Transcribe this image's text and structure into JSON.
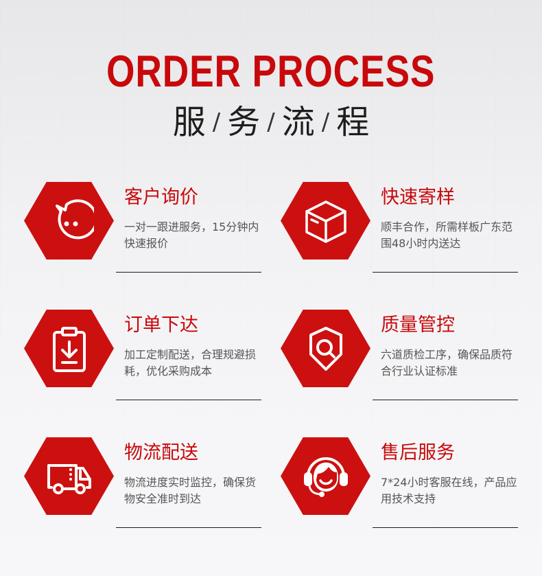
{
  "header": {
    "title_en": "ORDER PROCESS",
    "title_cn": [
      "服",
      "务",
      "流",
      "程"
    ],
    "separator": "/"
  },
  "colors": {
    "accent": "#c8090b",
    "hexagon": "#cc1010",
    "text_dark": "#1e1e1e",
    "text_desc": "#555555"
  },
  "steps": [
    {
      "title": "客户询价",
      "icon": "chat-bubble-face-icon",
      "desc": "一对一跟进服务，15分钟内快速报价"
    },
    {
      "title": "快速寄样",
      "icon": "package-box-icon",
      "desc": "顺丰合作，所需样板广东范围48小时内送达"
    },
    {
      "title": "订单下达",
      "icon": "clipboard-download-icon",
      "desc": "加工定制配送，合理规避损耗，优化采购成本"
    },
    {
      "title": "质量管控",
      "icon": "shield-search-icon",
      "desc": "六道质检工序，确保品质符合行业认证标准"
    },
    {
      "title": "物流配送",
      "icon": "delivery-truck-icon",
      "desc": "物流进度实时监控，确保货物安全准时到达"
    },
    {
      "title": "售后服务",
      "icon": "customer-service-headset-icon",
      "desc": "7*24小时客服在线，产品应用技术支持"
    }
  ]
}
